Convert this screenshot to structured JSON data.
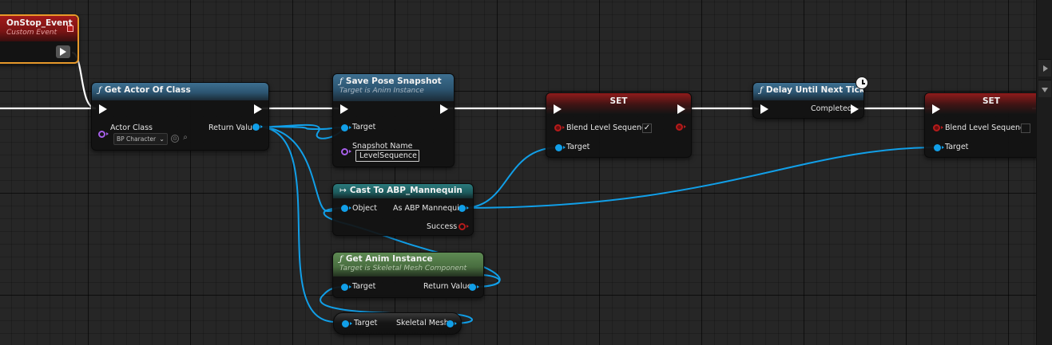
{
  "nodes": {
    "onstop": {
      "title": "OnStop_Event",
      "subtitle": "Custom Event"
    },
    "get_actor": {
      "title": "Get Actor Of Class",
      "pin_actor_class": "Actor Class",
      "pin_return_value": "Return Value",
      "class_value": "BP Character"
    },
    "save_pose": {
      "title": "Save Pose Snapshot",
      "subtitle": "Target is Anim Instance",
      "pin_target": "Target",
      "pin_snapshot_name": "Snapshot Name",
      "snapshot_name_value": "LevelSequence"
    },
    "set1": {
      "title": "SET",
      "pin_var": "Blend Level Sequence",
      "checked": "✓",
      "pin_target": "Target"
    },
    "delay": {
      "title": "Delay Until Next Tick",
      "pin_completed": "Completed"
    },
    "set2": {
      "title": "SET",
      "pin_var": "Blend Level Sequence",
      "pin_target": "Target"
    },
    "cast": {
      "title": "Cast To ABP_Mannequin",
      "pin_object": "Object",
      "pin_as": "As ABP Mannequin",
      "pin_success": "Success"
    },
    "get_anim": {
      "title": "Get Anim Instance",
      "subtitle": "Target is Skeletal Mesh Component",
      "pin_target": "Target",
      "pin_return_value": "Return Value"
    },
    "skel": {
      "pin_target": "Target",
      "pin_skeletal_mesh": "Skeletal Mesh"
    }
  },
  "icons": {
    "function": "ƒ",
    "cast": "↦",
    "browse": "⊙",
    "search": "⌕",
    "dropdown": "⌄",
    "latent_clock": "clock-icon"
  },
  "colors": {
    "exec_wire": "#ffffff",
    "object_wire": "#119fe8",
    "selected_outline": "#e7992a"
  }
}
